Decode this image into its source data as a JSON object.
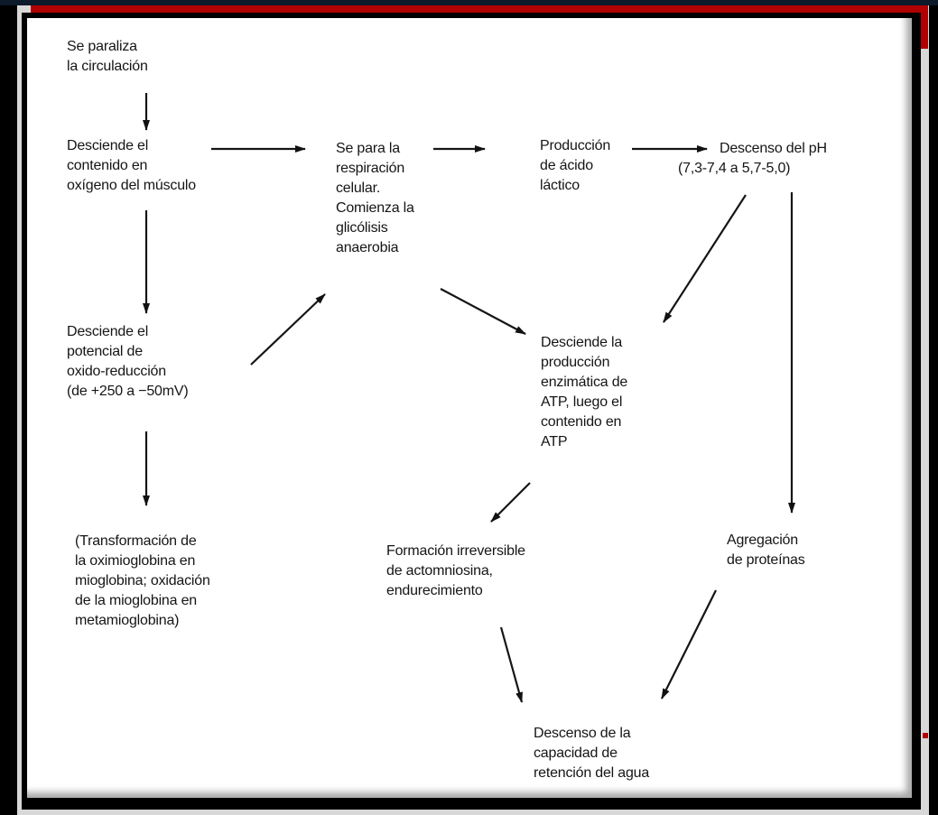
{
  "diagram": {
    "type": "flowchart",
    "language": "es",
    "frame_colors": {
      "outer": "#000000",
      "accent": "#b00000",
      "panel": "#ffffff",
      "text": "#151515"
    },
    "nodes": {
      "circulacion": "Se paraliza\nla circulación",
      "oxigeno": "Desciende el\ncontenido en\noxígeno del músculo",
      "respiracion": "Se para la\nrespiración\ncelular.\nComienza la\nglicólisis\nanaerobia",
      "acido": "Producción\nde ácido\nláctico",
      "ph_title": "Descenso del pH",
      "ph_range": "(7,3-7,4 a 5,7-5,0)",
      "potencial": "Desciende el\npotencial de\noxido-reducción\n(de +250 a −50mV)",
      "atp": "Desciende la\nproducción\nenzimática de\nATP, luego el\ncontenido en\nATP",
      "mioglobina": "(Transformación de\nla oximioglobina en\nmioglobina; oxidación\nde la mioglobina en\nmetamioglobina)",
      "actomiosina": "Formación irreversible\nde actomniosina,\nendurecimiento",
      "proteinas": "Agregación\nde proteínas",
      "retencion": "Descenso de la\ncapacidad de\nretención del agua"
    },
    "edges": [
      {
        "from": "circulacion",
        "to": "oxigeno"
      },
      {
        "from": "oxigeno",
        "to": "respiracion"
      },
      {
        "from": "respiracion",
        "to": "acido"
      },
      {
        "from": "acido",
        "to": "ph"
      },
      {
        "from": "oxigeno",
        "to": "potencial"
      },
      {
        "from": "potencial",
        "to": "respiracion"
      },
      {
        "from": "respiracion",
        "to": "atp"
      },
      {
        "from": "ph",
        "to": "atp"
      },
      {
        "from": "ph",
        "to": "proteinas"
      },
      {
        "from": "potencial",
        "to": "mioglobina"
      },
      {
        "from": "atp",
        "to": "actomiosina"
      },
      {
        "from": "actomiosina",
        "to": "retencion"
      },
      {
        "from": "proteinas",
        "to": "retencion"
      }
    ]
  }
}
